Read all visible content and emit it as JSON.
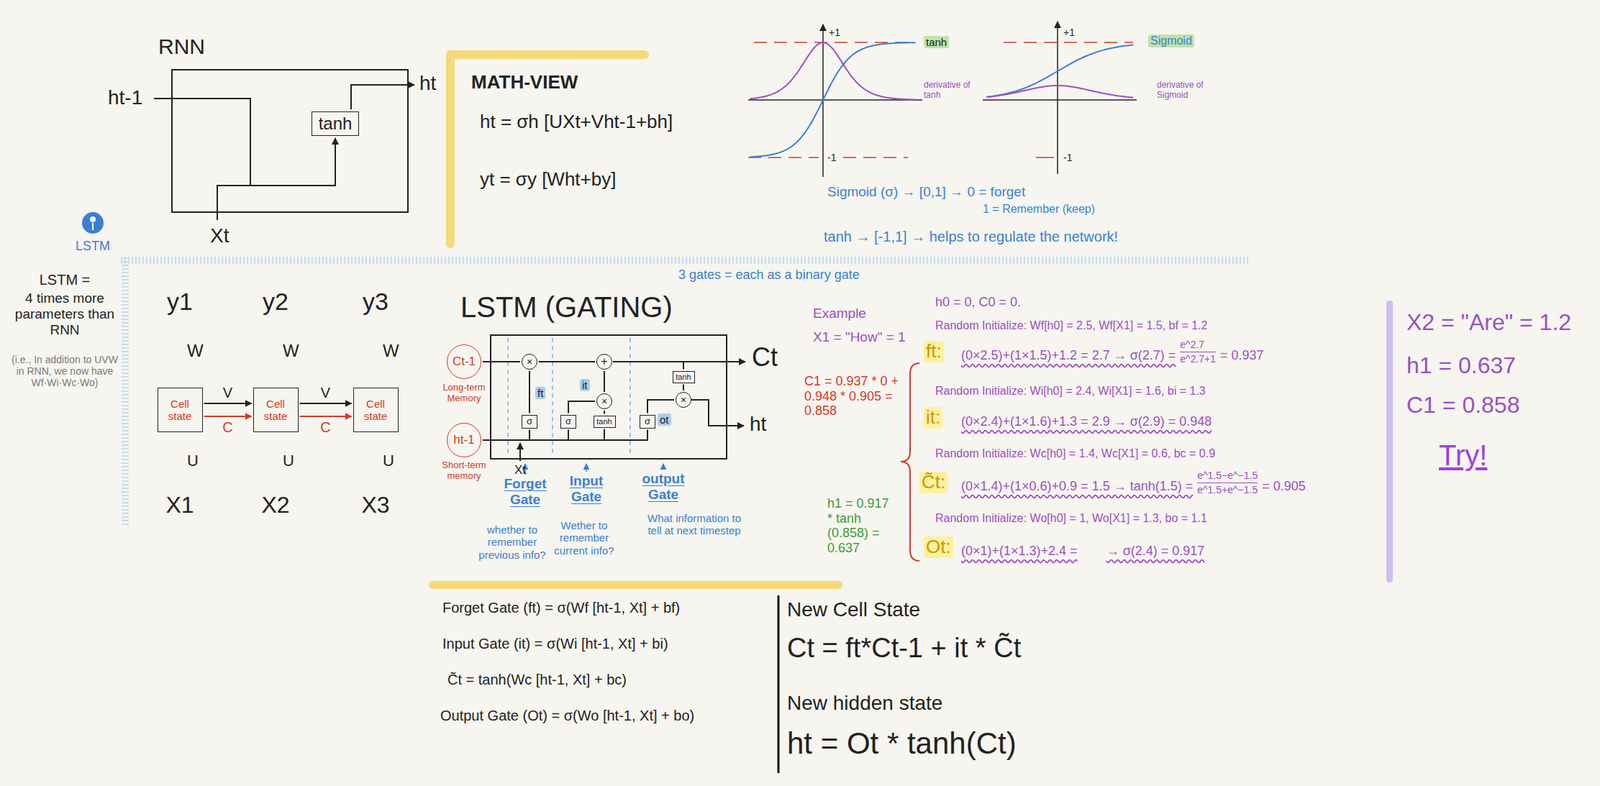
{
  "diagram": {
    "nodes": [
      {
        "text": [
          "RNN"
        ]
      },
      {
        "text": [
          "tanh"
        ],
        "in": 0
      },
      {
        "text": [
          "Cell state"
        ]
      },
      {
        "text": [
          "Cell state"
        ]
      },
      {
        "text": [
          "Cell state"
        ]
      },
      {
        "text": [
          "LSTM (GATING)"
        ]
      },
      {
        "text": [
          "×"
        ],
        "in": 5
      },
      {
        "text": [
          "+"
        ],
        "in": 5
      },
      {
        "text": [
          "tanh"
        ],
        "in": 5
      },
      {
        "text": [
          "×"
        ],
        "in": 5
      },
      {
        "text": [
          "×"
        ],
        "in": 5
      },
      {
        "text": [
          "σ"
        ],
        "in": 5
      },
      {
        "text": [
          "σ"
        ],
        "in": 5
      },
      {
        "text": [
          "tanh"
        ],
        "in": 5
      },
      {
        "text": [
          "σ"
        ],
        "in": 5
      },
      {
        "text": [
          "Ct-1"
        ]
      },
      {
        "text": [
          "ht-1"
        ]
      }
    ],
    "edges": [
      {
        "from": 2,
        "to": 3,
        "arrow": "to",
        "label": "V"
      },
      {
        "from": 2,
        "to": 3,
        "arrow": "to",
        "label": "C"
      },
      {
        "from": 3,
        "to": 4,
        "arrow": "to",
        "label": "V"
      },
      {
        "from": 3,
        "to": 4,
        "arrow": "to",
        "label": "C"
      },
      {
        "from": 15,
        "to": 6,
        "arrow": "none"
      },
      {
        "from": 6,
        "to": 7,
        "arrow": "none"
      },
      {
        "from": 11,
        "to": 6,
        "arrow": "none"
      },
      {
        "from": 12,
        "to": 10,
        "arrow": "none"
      },
      {
        "from": 13,
        "to": 10,
        "arrow": "none"
      },
      {
        "from": 10,
        "to": 7,
        "arrow": "none"
      },
      {
        "from": 7,
        "to": 8,
        "arrow": "none"
      },
      {
        "from": 8,
        "to": 9,
        "arrow": "none"
      },
      {
        "from": 14,
        "to": 9,
        "arrow": "none"
      },
      {
        "from": 16,
        "to": 11,
        "arrow": "none"
      },
      {
        "from": 16,
        "to": 12,
        "arrow": "none"
      },
      {
        "from": 16,
        "to": 13,
        "arrow": "none"
      },
      {
        "from": 16,
        "to": 14,
        "arrow": "none"
      }
    ],
    "labels": [
      "ht-1",
      "ht",
      "Xt",
      "MATH-VIEW",
      "ht = σh [UXt+Vht-1+bh]",
      "yt = σy [Wht+by]",
      "+1",
      "-1",
      "tanh",
      "derivative of tanh",
      "+1",
      "-1",
      "Sigmoid",
      "derivative of Sigmoid",
      "Sigmoid (σ) → [0,1] → 0 = forget",
      "1 = Remember (keep)",
      "tanh → [-1,1] → helps to regulate the network!",
      "LSTM",
      "3 gates = each as a binary gate",
      "LSTM =",
      "4 times more parameters than RNN",
      "(i.e., In addition to UVW in RNN, we now have Wf·Wi·Wc·Wo)",
      "y1",
      "y2",
      "y3",
      "W",
      "W",
      "W",
      "U",
      "U",
      "U",
      "X1",
      "X2",
      "X3",
      "Long-term Memory",
      "Short-term memory",
      "Ct",
      "ht",
      "Xt",
      "ft",
      "it",
      "ot",
      "Forget Gate",
      "Input Gate",
      "output Gate",
      "whether to remember previous info?",
      "Wether to remember current info?",
      "What information to tell at next timestep",
      "Forget Gate (ft) = σ(Wf [ht-1, Xt] + bf)",
      "Input Gate (it) = σ(Wi [ht-1, Xt] + bi)",
      "C̃t = tanh(Wc [ht-1, Xt] + bc)",
      "Output Gate (Ot) = σ(Wo [ht-1, Xt] + bo)",
      "New Cell State",
      "Ct = ft*Ct-1 + it * C̃t",
      "New hidden state",
      "ht = Ot * tanh(Ct)",
      "Example",
      "X1 = \"How\" = 1",
      "C1 = 0.937 * 0 + 0.948 * 0.905 = 0.858",
      "h1 = 0.917 * tanh (0.858) = 0.637",
      "h0 = 0, C0 = 0.",
      "Random Initialize: Wf[h0] = 2.5, Wf[X1] = 1.5, bf = 1.2",
      "ft:",
      "(0×2.5)+(1×1.5)+1.2 = 2.7 → σ(2.7) =",
      "e^2.7",
      "e^2.7+1",
      "= 0.937",
      "Random Initialize: Wi[h0] = 2.4, Wi[X1] = 1.6, bi = 1.3",
      "it:",
      "(0×2.4)+(1×1.6)+1.3 = 2.9 → σ(2.9) = 0.948",
      "Random Initialize: Wc[h0] = 1.4, Wc[X1] = 0.6, bc = 0.9",
      "C̃t:",
      "(0×1.4)+(1×0.6)+0.9 = 1.5 → tanh(1.5) =",
      "e^1.5−e^−1.5",
      "e^1.5+e^−1.5",
      "= 0.905",
      "Random Initialize: Wo[h0] = 1, Wo[X1] = 1.3, bo = 1.1",
      "Ot:",
      "(0×1)+(1×1.3)+2.4 =",
      "→ σ(2.4) = 0.917",
      "X2 = \"Are\" = 1.2",
      "h1 = 0.637",
      "C1 = 0.858",
      "Try!"
    ]
  }
}
